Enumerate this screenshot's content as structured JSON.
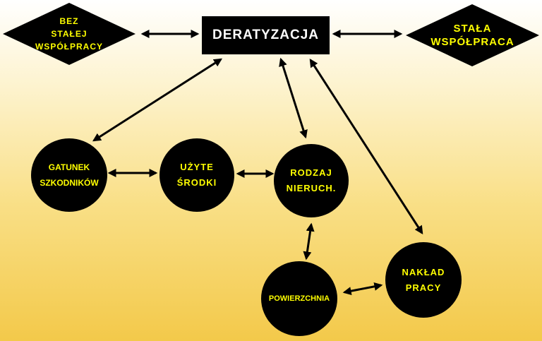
{
  "nodes": {
    "center": "DERATYZACJA",
    "left_diamond": "BEZ\nSTAŁEJ\nWSPÓŁPRACY",
    "right_diamond": "STAŁA\nWSPÓŁPRACA",
    "gatunek": "GATUNEK\nSZKODNIKÓW",
    "srodki": "UŻYTE\nŚRODKI",
    "rodzaj": "RODZAJ\nNIERUCH.",
    "powierzchnia": "POWIERZCHNIA",
    "naklad": "NAKŁAD\nPRACY"
  },
  "colors": {
    "node_fill": "#000000",
    "circle_text": "#ffff00",
    "center_text": "#ffffff",
    "background_top": "#ffffff",
    "background_bottom": "#f3c94a"
  }
}
